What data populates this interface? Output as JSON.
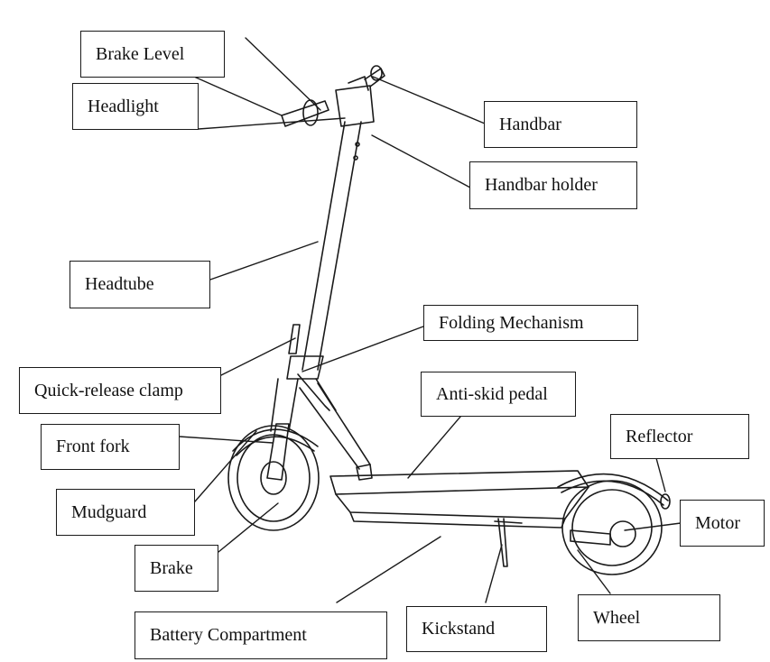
{
  "labels": {
    "brake_level": "Brake Level",
    "headlight": "Headlight",
    "handbar": "Handbar",
    "handbar_holder": "Handbar holder",
    "headtube": "Headtube",
    "folding_mechanism": "Folding Mechanism",
    "quick_release_clamp": "Quick-release clamp",
    "anti_skid_pedal": "Anti-skid pedal",
    "reflector": "Reflector",
    "front_fork": "Front fork",
    "motor": "Motor",
    "mudguard": "Mudguard",
    "brake": "Brake",
    "wheel": "Wheel",
    "kickstand": "Kickstand",
    "battery_compartment": "Battery Compartment"
  },
  "colors": {
    "line": "#1a1a1a",
    "background": "#ffffff"
  }
}
